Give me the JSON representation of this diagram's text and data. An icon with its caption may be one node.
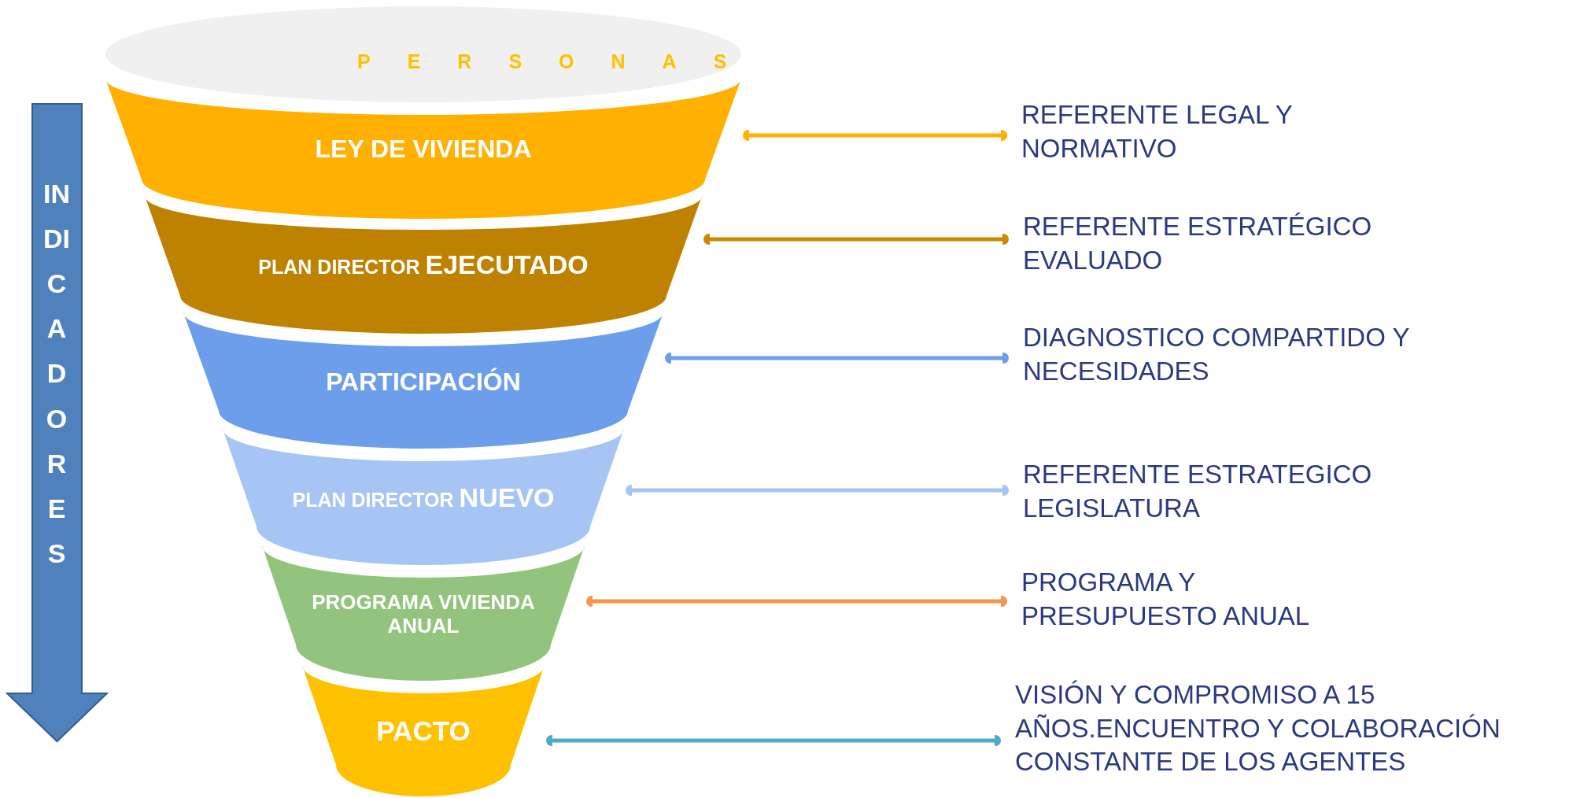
{
  "diagram": {
    "nodes": [
      {
        "text": [
          "INDICADORES"
        ]
      },
      {
        "text": [
          "PERSONAS"
        ]
      },
      {
        "text": [
          "LEY DE VIVIENDA"
        ]
      },
      {
        "text": [
          "PLAN DIRECTOR",
          "EJECUTADO"
        ]
      },
      {
        "text": [
          "PARTICIPACIÓN"
        ]
      },
      {
        "text": [
          "PLAN DIRECTOR",
          "NUEVO"
        ]
      },
      {
        "text": [
          "PROGRAMA VIVIENDA ANUAL"
        ]
      },
      {
        "text": [
          "PACTO"
        ]
      },
      {
        "text": [
          "REFERENTE LEGAL Y NORMATIVO"
        ]
      },
      {
        "text": [
          "REFERENTE ESTRATÉGICO EVALUADO"
        ]
      },
      {
        "text": [
          "DIAGNOSTICO COMPARTIDO Y NECESIDADES"
        ]
      },
      {
        "text": [
          "REFERENTE ESTRATEGICO LEGISLATURA"
        ]
      },
      {
        "text": [
          "PROGRAMA Y PRESUPUESTO ANUAL"
        ]
      },
      {
        "text": [
          "VISIÓN Y COMPROMISO A 15 AÑOS.ENCUENTRO Y COLABORACIÓN CONSTANTE DE LOS AGENTES"
        ]
      }
    ],
    "edges": [
      {
        "from": 2,
        "to": 8,
        "arrow": "other",
        "color": "#ffb000"
      },
      {
        "from": 3,
        "to": 9,
        "arrow": "other",
        "color": "#c98a00"
      },
      {
        "from": 4,
        "to": 10,
        "arrow": "other",
        "color": "#6d9eeb"
      },
      {
        "from": 5,
        "to": 11,
        "arrow": "other",
        "color": "#a7c5f4"
      },
      {
        "from": 6,
        "to": 12,
        "arrow": "other",
        "color": "#f79646"
      },
      {
        "from": 7,
        "to": 13,
        "arrow": "other",
        "color": "#4bacc6"
      }
    ]
  }
}
